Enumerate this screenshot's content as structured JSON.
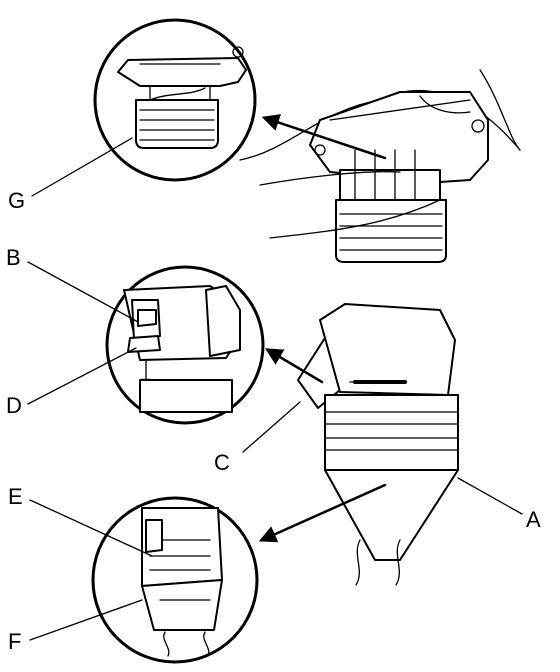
{
  "callouts": {
    "a": "A",
    "b": "B",
    "c": "C",
    "d": "D",
    "e": "E",
    "f": "F",
    "g": "G"
  },
  "colors": {
    "line": "#000000",
    "background": "#ffffff"
  }
}
